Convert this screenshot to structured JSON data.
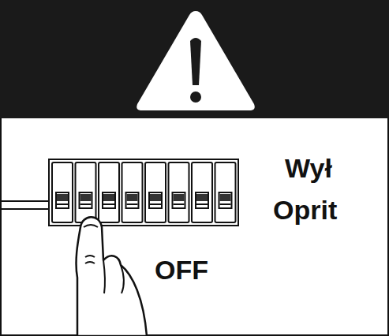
{
  "diagram": {
    "labels": [
      "Wył",
      "Oprit",
      "OFF"
    ]
  }
}
